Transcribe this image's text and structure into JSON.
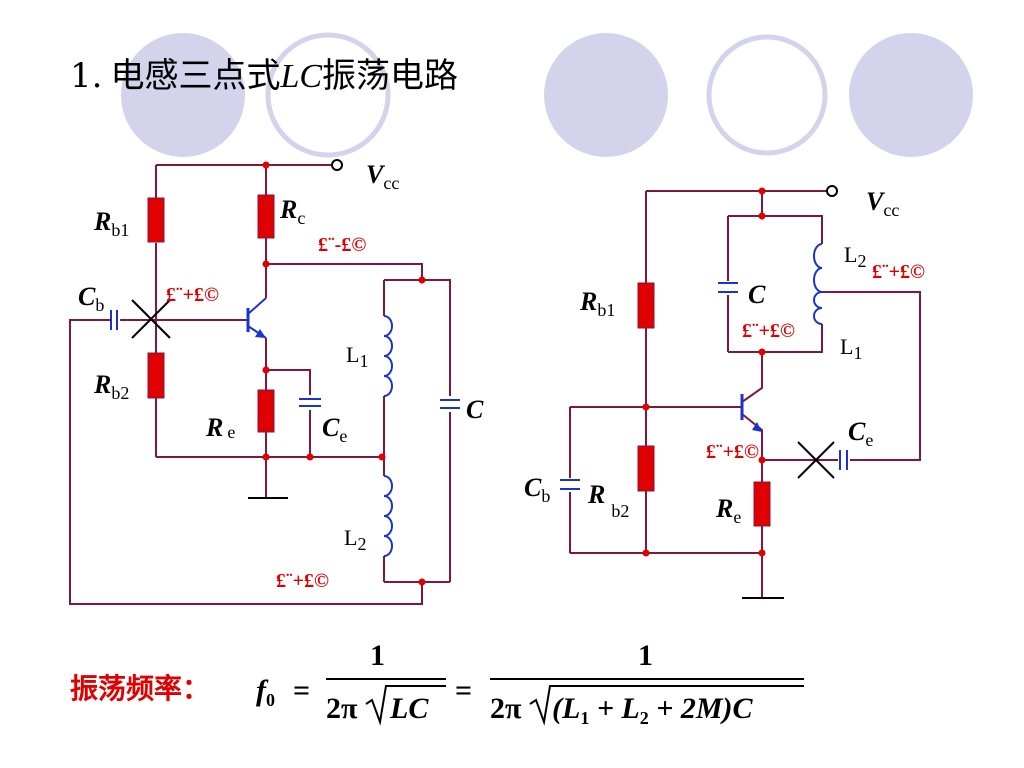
{
  "colors": {
    "circle_fill": "#d3d3ec",
    "circle_ring": "#d3d3ec",
    "wire": "#7f1840",
    "resistor": "#e00000",
    "cap": "#1a33cc",
    "dot": "#e00000",
    "label_red": "#e00000"
  },
  "title": {
    "number": "1.",
    "text": "电感三点式",
    "lc": "LC",
    "text2": "振荡电路"
  },
  "left": {
    "vcc": {
      "main": "V",
      "sub": "cc"
    },
    "rb1": {
      "main": "R",
      "sub": "b1"
    },
    "rc": {
      "main": "R",
      "sub": "c"
    },
    "cb": {
      "main": "C",
      "sub": "b"
    },
    "rb2": {
      "main": "R",
      "sub": "b2"
    },
    "re": {
      "main": "R",
      "sub": "e"
    },
    "ce": {
      "main": "C",
      "sub": "e"
    },
    "l1": {
      "main": "L",
      "sub": "1"
    },
    "l2": {
      "main": "L",
      "sub": "2"
    },
    "c": {
      "main": "C"
    },
    "mark_minus": "£¨-£©",
    "mark_plus_base": "£¨+£©",
    "mark_plus_bottom": "£¨+£©"
  },
  "right": {
    "vcc": {
      "main": "V",
      "sub": "cc"
    },
    "rb1": {
      "main": "R",
      "sub": "b1"
    },
    "c": {
      "main": "C"
    },
    "l2": {
      "main": "L",
      "sub": "2"
    },
    "l1": {
      "main": "L",
      "sub": "1"
    },
    "cb": {
      "main": "C",
      "sub": "b"
    },
    "rb2": {
      "main": "R",
      "sub": "b2"
    },
    "re": {
      "main": "R",
      "sub": "e"
    },
    "ce": {
      "main": "C",
      "sub": "e"
    },
    "mark_l2": "£¨+£©",
    "mark_c": "£¨+£©",
    "mark_e": "£¨+£©"
  },
  "formula": {
    "label": "振荡频率：",
    "f": "f",
    "f_sub": "0",
    "equals": "=",
    "num1": "1",
    "den1_a": "2π",
    "den1_b": "LC",
    "num2": "1",
    "den2_a": "2π",
    "den2_b": "(L",
    "den2_b_sub": "1",
    "den2_c": " + L",
    "den2_c_sub": "2",
    "den2_d": " + 2M)C"
  }
}
